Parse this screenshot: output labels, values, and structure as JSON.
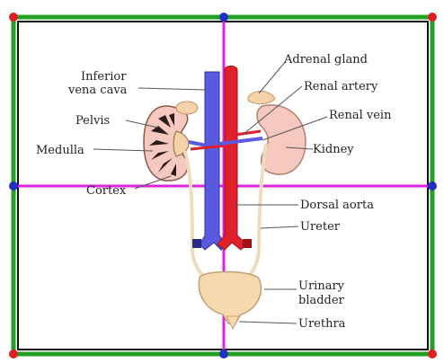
{
  "labels": {
    "inferior_vena_cava_line1": "Inferior",
    "inferior_vena_cava_line2": "vena cava",
    "pelvis": "Pelvis",
    "medulla": "Medulla",
    "cortex": "Cortex",
    "adrenal_gland": "Adrenal gland",
    "renal_artery": "Renal artery",
    "renal_vein": "Renal vein",
    "kidney": "Kidney",
    "dorsal_aorta": "Dorsal aorta",
    "ureter": "Ureter",
    "urinary_bladder_line1": "Urinary",
    "urinary_bladder_line2": "bladder",
    "urethra": "Urethra"
  },
  "colors": {
    "frame_green": "#22a122",
    "frame_inner": "#111111",
    "grid_magenta": "#e020e0",
    "corner_dot_red": "#e02020",
    "edge_dot_blue": "#2030c0",
    "vein_blue": "#5a5ae0",
    "artery_red": "#e0202a",
    "kidney_pink": "#f6c9c0",
    "adrenal_peach": "#f5d2a8",
    "medulla_dark": "#2a1a1a",
    "bladder_peach": "#f7d9b0",
    "ureter_tan": "#eedcc0"
  }
}
